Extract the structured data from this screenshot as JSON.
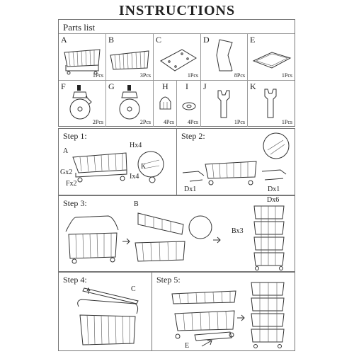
{
  "title": "INSTRUCTIONS",
  "parts_list": {
    "label": "Parts list",
    "parts": [
      {
        "letter": "A",
        "qty": "1Pcs",
        "icon": "wire-basket-with-frame"
      },
      {
        "letter": "B",
        "qty": "3Pcs",
        "icon": "wire-basket"
      },
      {
        "letter": "C",
        "qty": "1Pcs",
        "icon": "top-panel"
      },
      {
        "letter": "D",
        "qty": "8Pcs",
        "icon": "side-connector"
      },
      {
        "letter": "E",
        "qty": "1Pcs",
        "icon": "tray"
      },
      {
        "letter": "F",
        "qty": "2Pcs",
        "icon": "locking-caster-wheel"
      },
      {
        "letter": "G",
        "qty": "2Pcs",
        "icon": "caster-wheel"
      },
      {
        "letter": "H",
        "qty": "4Pcs",
        "icon": "cap-nut"
      },
      {
        "letter": "I",
        "qty": "4Pcs",
        "icon": "washer"
      },
      {
        "letter": "J",
        "qty": "1Pcs",
        "icon": "wrench"
      },
      {
        "letter": "K",
        "qty": "1Pcs",
        "icon": "wrench"
      }
    ]
  },
  "steps": [
    {
      "label": "Step 1:",
      "callouts": [
        "A",
        "Hx4",
        "Gx2",
        "Fx2",
        "Ix4",
        "K"
      ]
    },
    {
      "label": "Step 2:",
      "callouts": [
        "Dx1",
        "Dx1"
      ]
    },
    {
      "label": "Step 3:",
      "callouts": [
        "B",
        "Dx6",
        "Bx3"
      ]
    },
    {
      "label": "Step 4:",
      "callouts": [
        "C"
      ]
    },
    {
      "label": "Step 5:",
      "callouts": [
        "E"
      ]
    }
  ]
}
